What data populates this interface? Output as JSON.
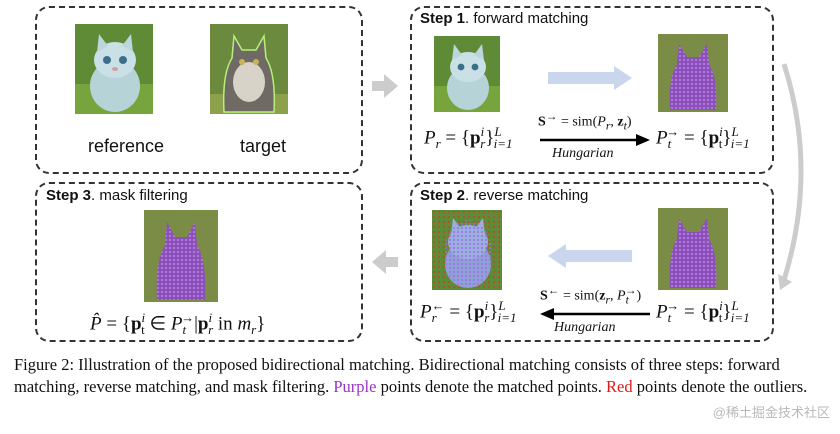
{
  "panel_top_left": {
    "reference_label": "reference",
    "target_label": "target"
  },
  "step1": {
    "title_bold": "Step 1",
    "title_rest": ". forward matching",
    "left_P": "P",
    "left_sub": "r",
    "left_bold": "p",
    "left_sup": "i",
    "left_inner_sub": "r",
    "left_upper": "L",
    "left_lower": "i=1",
    "op_label_S": "S",
    "op_label_arrow": "→",
    "op_label_rest": " = sim(",
    "op_label_P": "P",
    "op_label_Psub": "r",
    "op_label_z": "z",
    "op_label_zsub": "t",
    "op_label_close": ")",
    "hungarian": "Hungarian",
    "right_P": "P",
    "right_sub": "t",
    "right_sup": "→",
    "right_bold": "p",
    "right_inner_sup": "i",
    "right_inner_sub": "t",
    "right_upper": "L",
    "right_lower": "i=1"
  },
  "step2": {
    "title_bold": "Step 2",
    "title_rest": ". reverse matching",
    "left_P": "P",
    "left_sub": "r",
    "left_sup": "←",
    "left_bold": "p",
    "left_inner_sup": "i",
    "left_inner_sub": "r",
    "left_upper": "L",
    "left_lower": "i=1",
    "op_label_S": "S",
    "op_label_arrow": "←",
    "op_label_rest": " = sim(",
    "op_label_z": "z",
    "op_label_zsub": "r",
    "op_label_P": "P",
    "op_label_Psub": "t",
    "op_label_Psup": "→",
    "op_label_close": ")",
    "hungarian": "Hungarian",
    "right_P": "P",
    "right_sub": "t",
    "right_sup": "→",
    "right_bold": "p",
    "right_inner_sup": "i",
    "right_inner_sub": "t",
    "right_upper": "L",
    "right_lower": "i=1"
  },
  "step3": {
    "title_bold": "Step 3",
    "title_rest": ". mask filtering",
    "formula_lhs": "P̂",
    "formula_eq": " = {",
    "formula_p": "p",
    "formula_sup": "i",
    "formula_sub": "t",
    "formula_in": " ∈ ",
    "formula_P": "P",
    "formula_Psub": "t",
    "formula_Psup": "→",
    "formula_bar": "|",
    "formula_p2": "p",
    "formula_p2sup": "i",
    "formula_p2sub": "r",
    "formula_in2": " in ",
    "formula_m": "m",
    "formula_msub": "r",
    "formula_close": "}"
  },
  "caption": {
    "part1": "Figure 2: Illustration of the proposed bidirectional matching. Bidirectional matching consists of three steps: forward matching, reverse matching, and mask filtering. ",
    "purple_word": "Purple",
    "part2": " points denote the matched points. ",
    "red_word": "Red",
    "part3": " points denote the outliers."
  },
  "watermark": "@稀土掘金技术社区",
  "colors": {
    "purple": "#9b32c8",
    "red": "#e01818",
    "arrow_fill": "#c9d6ee",
    "grey_arrow": "#cccccc"
  }
}
